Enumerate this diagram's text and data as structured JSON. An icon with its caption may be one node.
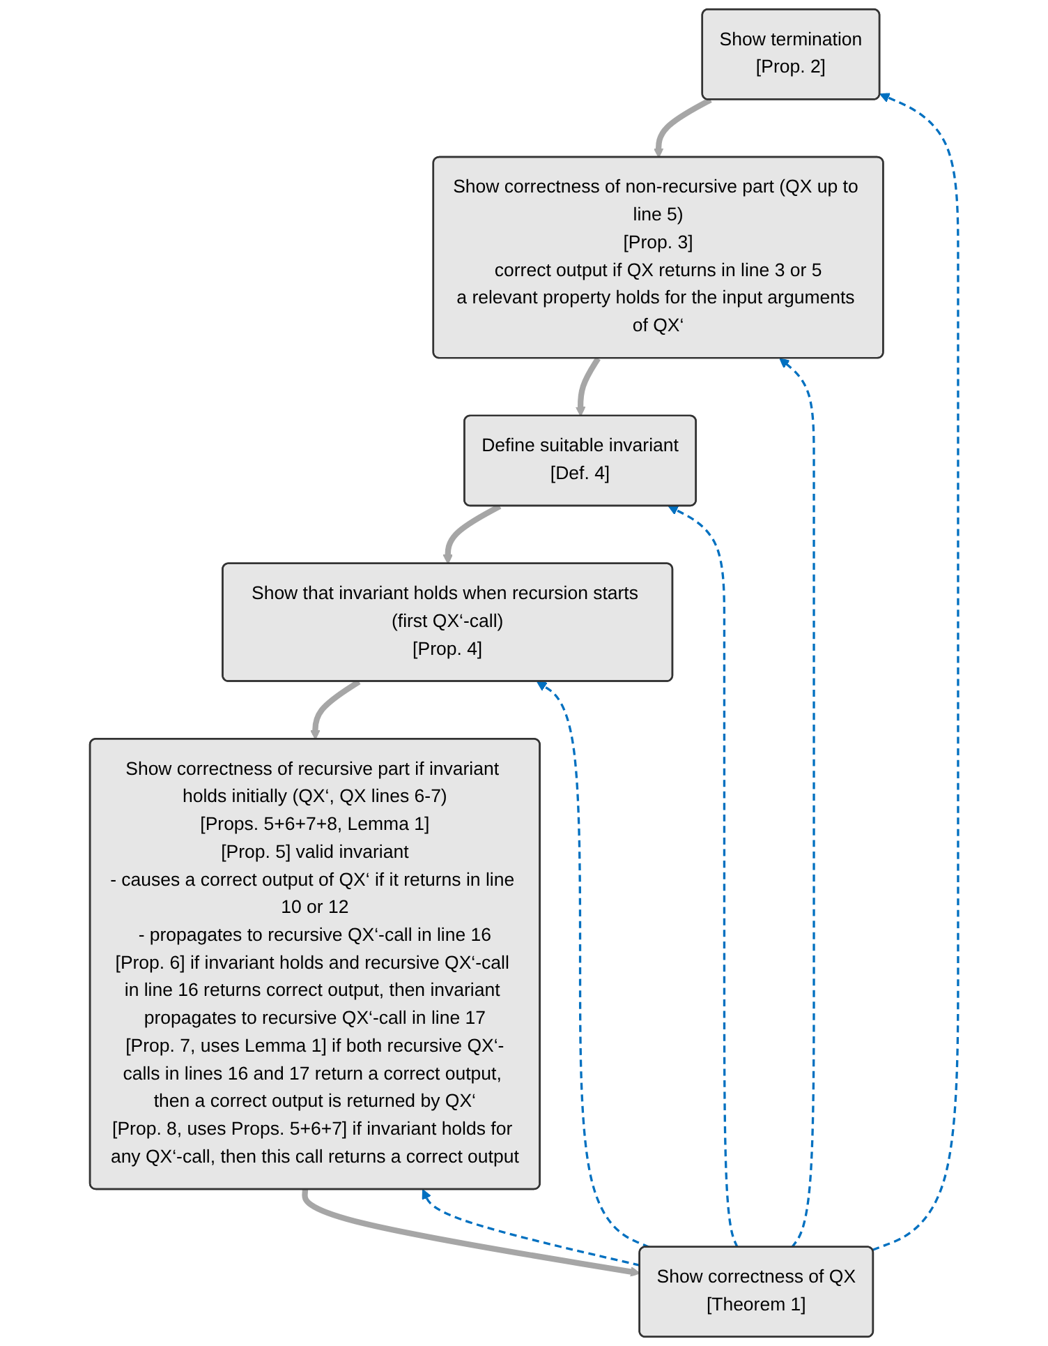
{
  "diagram": {
    "nodes": [
      {
        "text": [
          "Show termination",
          "[Prop. 2]"
        ]
      },
      {
        "text": [
          "Show correctness of non-recursive part (QX up to line 5)",
          "[Prop. 3]",
          "correct output if QX returns in line 3 or 5",
          "a relevant property holds for the input arguments of QX‘"
        ]
      },
      {
        "text": [
          "Define suitable invariant",
          "[Def. 4]"
        ]
      },
      {
        "text": [
          "Show that invariant holds when recursion starts (first QX‘-call)",
          "[Prop. 4]"
        ]
      },
      {
        "text": [
          "Show correctness of QX",
          "[Theorem 1]"
        ]
      },
      {
        "text": [
          "Show correctness of recursive part if invariant holds initially (QX‘, QX lines 6-7)",
          "[Props. 5+6+7+8, Lemma 1]",
          "[Prop. 5] valid invariant",
          "- causes a correct output of QX‘ if it returns in line 10 or 12",
          "- propagates to recursive QX‘-call in line 16",
          "[Prop. 6] if invariant holds and recursive QX‘-call in line 16 returns correct output, then invariant propagates to recursive QX‘-call in line 17",
          "[Prop. 7, uses Lemma 1] if both recursive QX‘-calls in lines 16 and 17 return a correct output, then a correct output is returned by QX‘",
          "[Prop. 8, uses Props. 5+6+7] if invariant holds for any QX‘-call, then this call returns a correct output"
        ]
      }
    ],
    "edges": [
      {
        "from": 0,
        "to": 1,
        "arrow": "to",
        "style": "thick",
        "color": "#a6a6a6"
      },
      {
        "from": 1,
        "to": 2,
        "arrow": "to",
        "style": "thick",
        "color": "#a6a6a6"
      },
      {
        "from": 2,
        "to": 3,
        "arrow": "to",
        "style": "thick",
        "color": "#a6a6a6"
      },
      {
        "from": 3,
        "to": 5,
        "arrow": "to",
        "style": "thick",
        "color": "#a6a6a6"
      },
      {
        "from": 5,
        "to": 4,
        "arrow": "to",
        "style": "thick",
        "color": "#a6a6a6"
      },
      {
        "from": 4,
        "to": 1,
        "arrow": "to",
        "style": "dashed",
        "color": "#0070c0"
      },
      {
        "from": 4,
        "to": 0,
        "arrow": "to",
        "style": "dashed",
        "color": "#0070c0"
      },
      {
        "from": 4,
        "to": 2,
        "arrow": "to",
        "style": "dashed",
        "color": "#0070c0"
      },
      {
        "from": 4,
        "to": 3,
        "arrow": "to",
        "style": "dashed",
        "color": "#0070c0"
      },
      {
        "from": 4,
        "to": 5,
        "arrow": "to",
        "style": "dashed",
        "color": "#0070c0"
      }
    ]
  }
}
